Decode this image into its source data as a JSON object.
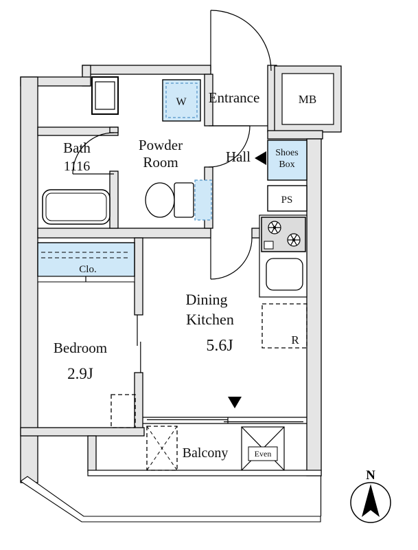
{
  "plan": {
    "rooms": {
      "entrance": {
        "label": "Entrance"
      },
      "meter_box": {
        "label": "MB"
      },
      "bath": {
        "label": "Bath",
        "size": "1116"
      },
      "powder_room": {
        "label_line1": "Powder",
        "label_line2": "Room"
      },
      "hall": {
        "label": "Hall"
      },
      "shoes_box": {
        "label_line1": "Shoes",
        "label_line2": "Box"
      },
      "pipe_space": {
        "label": "PS"
      },
      "washer": {
        "label": "W"
      },
      "closet": {
        "label": "Clo."
      },
      "bedroom": {
        "label": "Bedroom",
        "size": "2.9J"
      },
      "dining_kitchen": {
        "label_line1": "Dining",
        "label_line2": "Kitchen",
        "size": "5.6J"
      },
      "balcony": {
        "label": "Balcony"
      },
      "refrigerator": {
        "label": "R"
      },
      "evacuation_hatch": {
        "label": "Even"
      }
    },
    "compass": {
      "label": "N"
    },
    "colors": {
      "wall": "#e5e5e5",
      "highlight": "#cfe8f8",
      "line": "#000000"
    }
  }
}
